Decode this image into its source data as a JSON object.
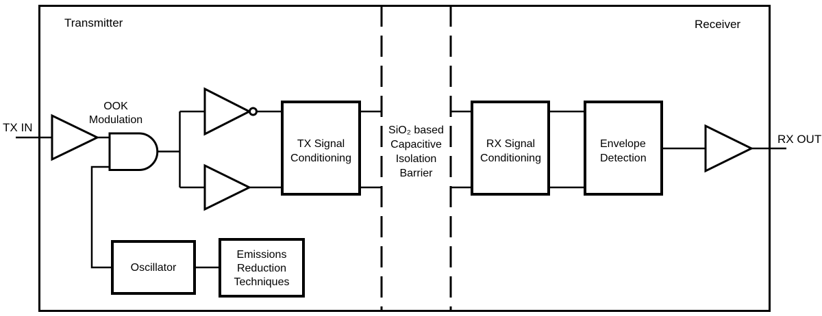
{
  "figure": {
    "background_color": "#ffffff",
    "line_color": "#000000",
    "regions": {
      "transmitter": "Transmitter",
      "receiver": "Receiver"
    },
    "ports": {
      "tx_in": "TX IN",
      "rx_out": "RX OUT"
    },
    "labels": {
      "ook_modulation": {
        "line1": "OOK",
        "line2": "Modulation"
      }
    },
    "blocks": {
      "tx_signal_conditioning": {
        "line1": "TX Signal",
        "line2": "Conditioning"
      },
      "rx_signal_conditioning": {
        "line1": "RX Signal",
        "line2": "Conditioning"
      },
      "envelope_detection": {
        "line1": "Envelope",
        "line2": "Detection"
      },
      "oscillator": {
        "line1": "Oscillator"
      },
      "emissions_reduction": {
        "line1": "Emissions",
        "line2": "Reduction",
        "line3": "Techniques"
      }
    },
    "isolation_barrier": {
      "line1": "SiO₂ based",
      "line2": "Capacitive",
      "line3": "Isolation",
      "line4": "Barrier"
    }
  }
}
